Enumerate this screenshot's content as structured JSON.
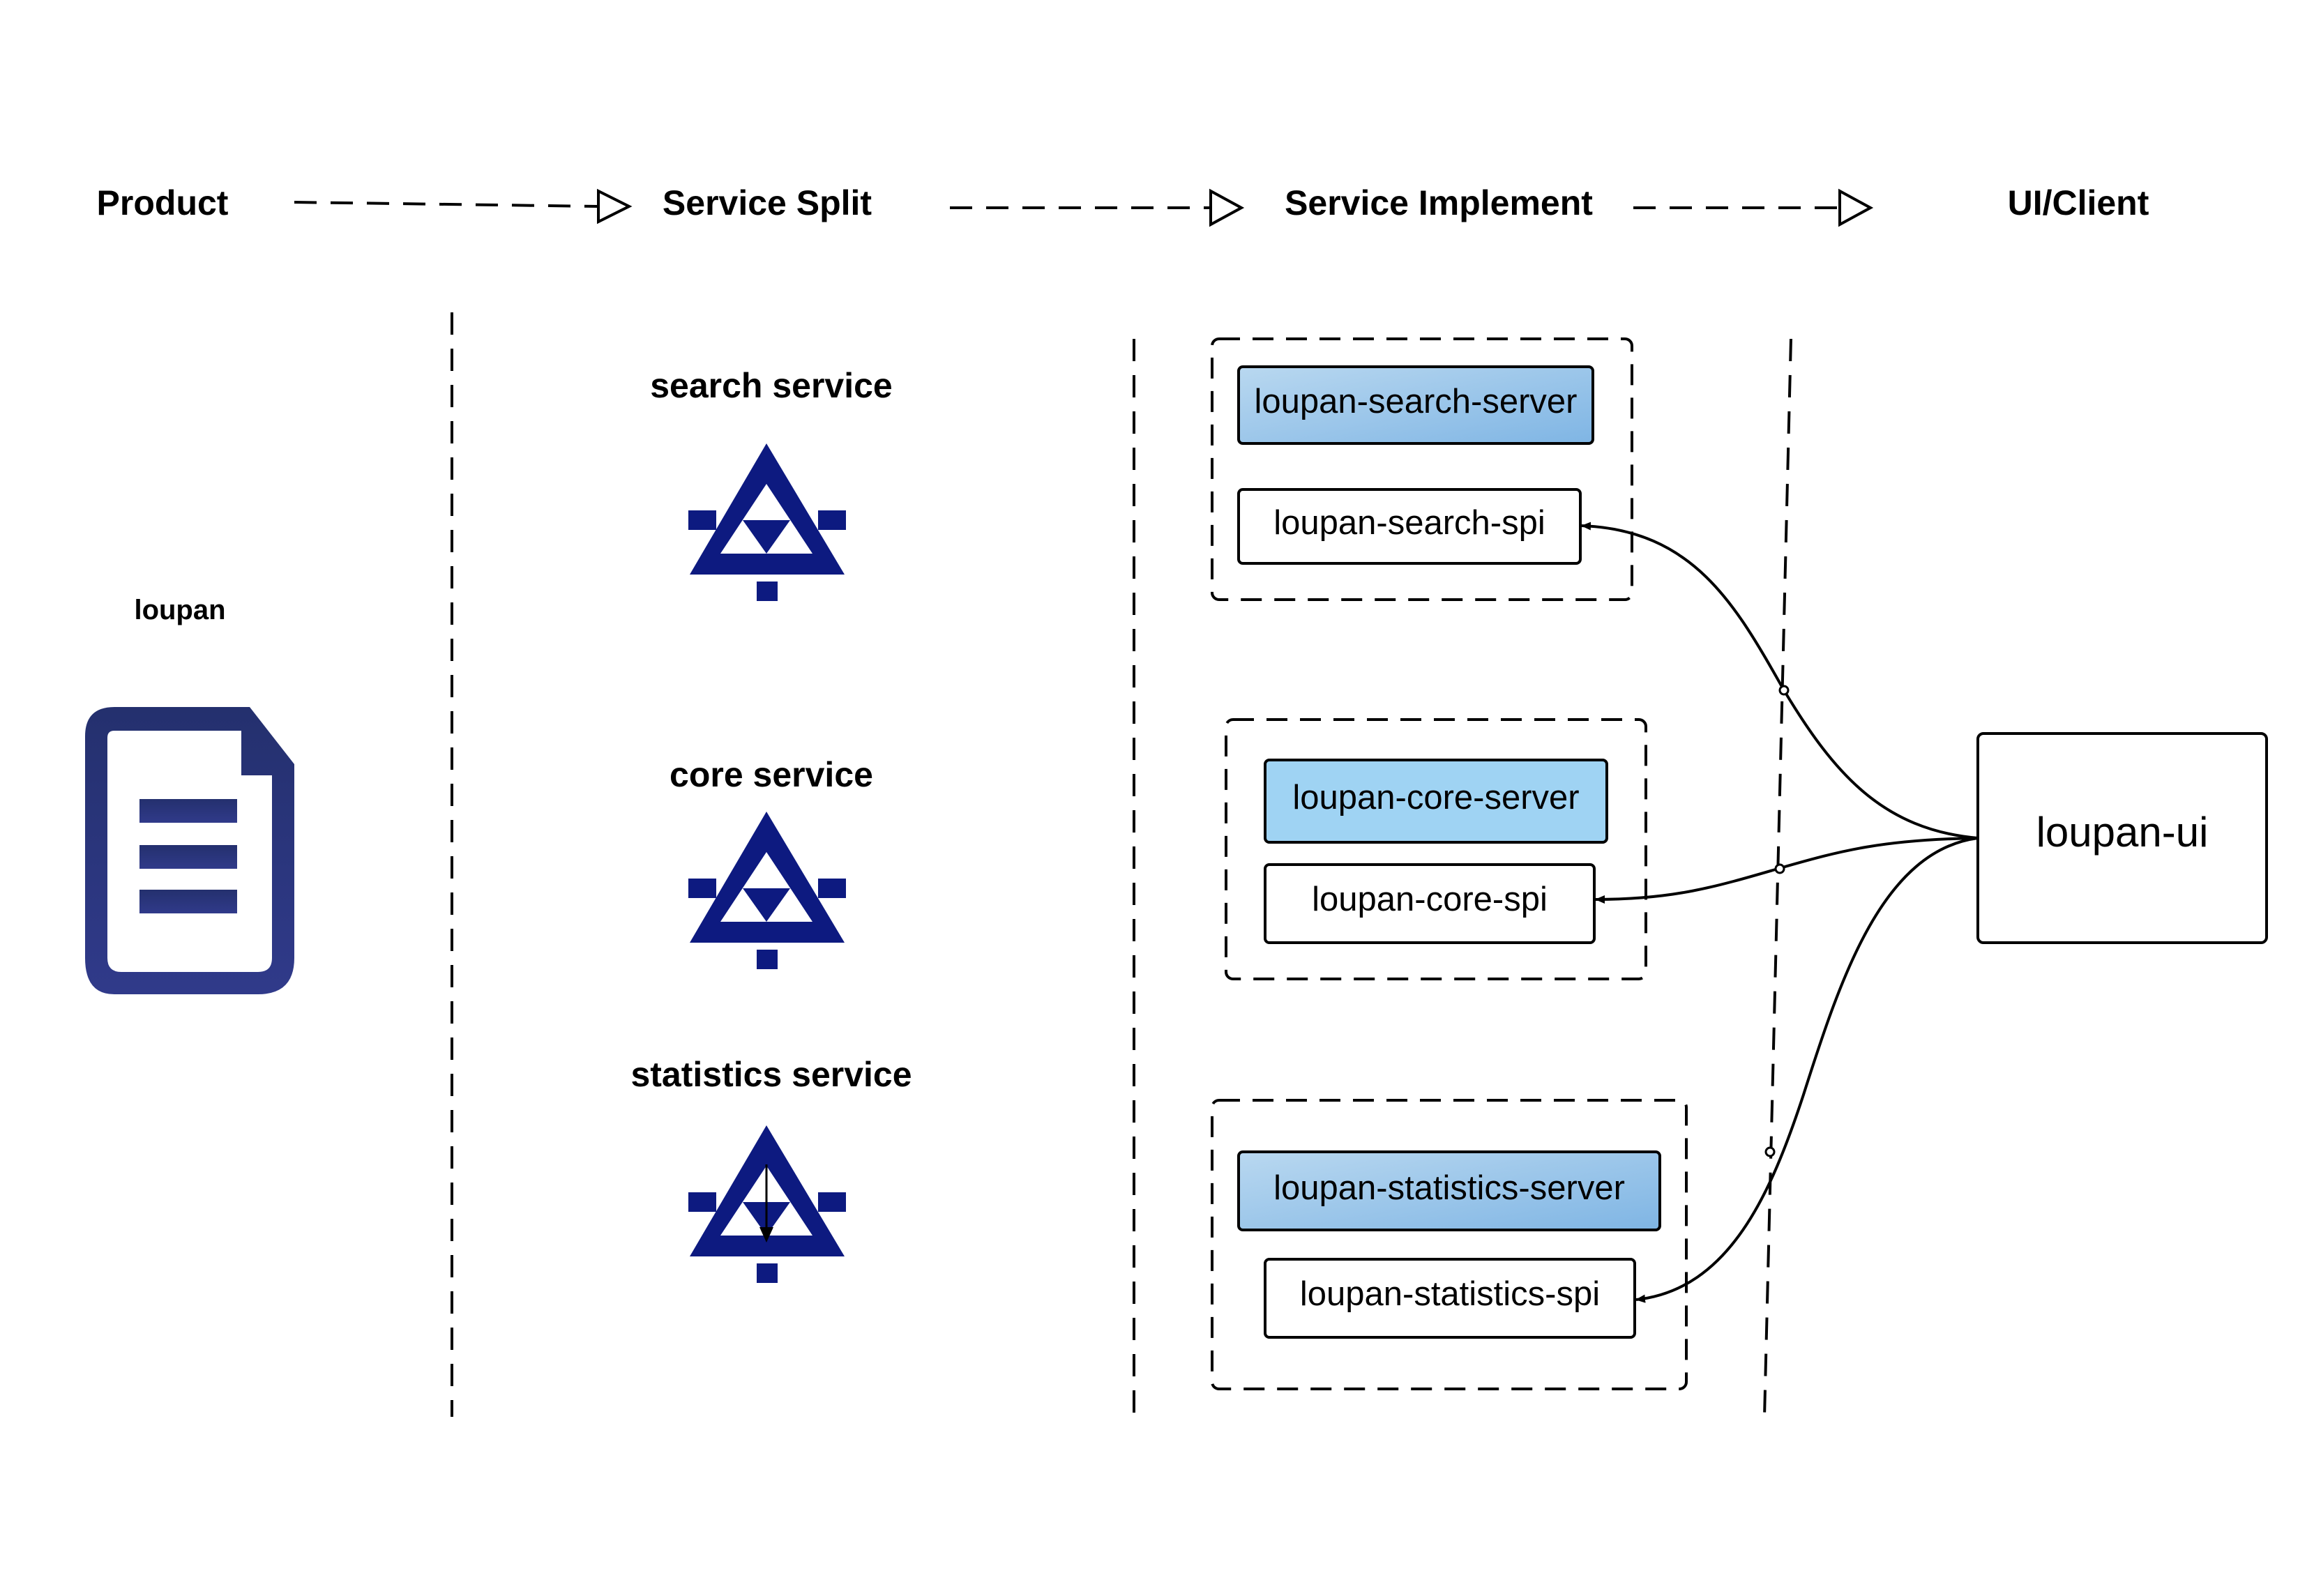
{
  "stages": {
    "product": "Product",
    "split": "Service Split",
    "implement": "Service Implement",
    "client": "UI/Client"
  },
  "product": {
    "name": "loupan",
    "icon": "document-icon"
  },
  "services": [
    {
      "name": "search service",
      "icon": "service-tree-icon"
    },
    {
      "name": "core service",
      "icon": "service-tree-icon"
    },
    {
      "name": "statistics service",
      "icon": "service-tree-icon"
    }
  ],
  "modules": [
    {
      "server": "loupan-search-server",
      "spi": "loupan-search-spi"
    },
    {
      "server": "loupan-core-server",
      "spi": "loupan-core-spi"
    },
    {
      "server": "loupan-statistics-server",
      "spi": "loupan-statistics-spi"
    }
  ],
  "client": {
    "name": "loupan-ui"
  },
  "colors": {
    "icon": "#0d1a80",
    "document_icon_top": "#24306e",
    "document_icon_bottom": "#303a8a",
    "server_gradient_start": "#b9d8f0",
    "server_gradient_end": "#7fb5e4",
    "core_server_fill": "#9fd3f3"
  }
}
